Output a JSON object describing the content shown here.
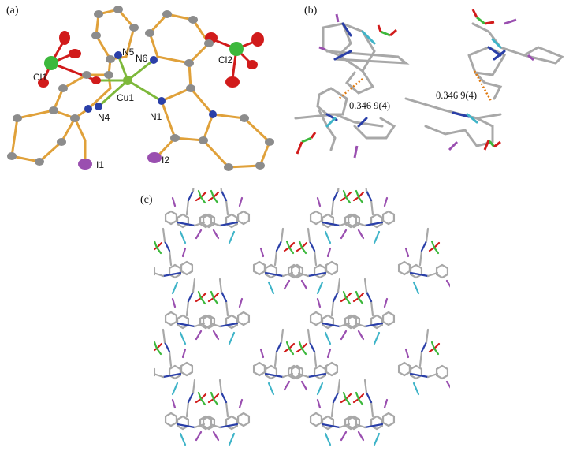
{
  "figure": {
    "panels": [
      {
        "id": "a",
        "label": "(a)"
      },
      {
        "id": "b",
        "label": "(b)"
      },
      {
        "id": "c",
        "label": "(c)"
      }
    ]
  },
  "panel_a": {
    "atom_labels": {
      "cu1": "Cu1",
      "n1": "N1",
      "n4": "N4",
      "n5": "N5",
      "n6": "N6",
      "cl1": "Cl1",
      "cl2": "Cl2",
      "i1": "I1",
      "i2": "I2"
    }
  },
  "panel_b": {
    "left_distance": "0.346 9(4)",
    "right_distance": "0.346 9(4)"
  },
  "colors": {
    "bond": "#e0a13a",
    "carbon": "#8c8c8c",
    "nitrogen": "#2a3fa8",
    "copper": "#7db83a",
    "chlorine": "#3cb83c",
    "oxygen": "#d11b1b",
    "iodine": "#9a4fb0",
    "stick": "#a8a8a8",
    "cu_stick": "#3fb4c8",
    "pi_contact": "#e07a10"
  }
}
